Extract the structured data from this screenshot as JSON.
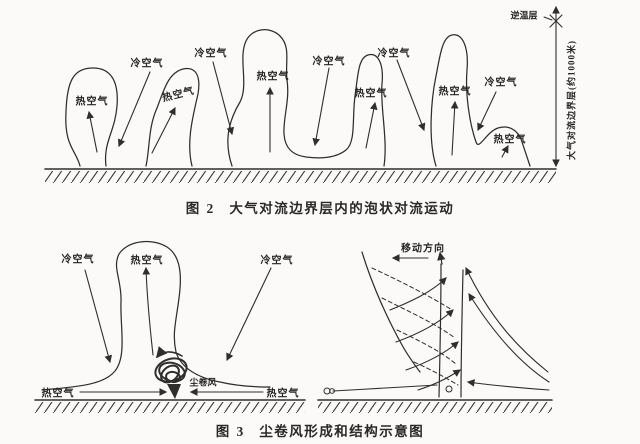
{
  "colors": {
    "ink": "#2f2e2c",
    "paper": "#fbfaf8"
  },
  "figure2": {
    "caption_prefix": "图 2",
    "caption_text": "大气对流边界层内的泡状对流运动",
    "labels": {
      "cold_air": "冷空气",
      "hot_air": "热空气",
      "inversion_layer": "逆温层",
      "boundary_layer_depth": "大气对流边界层(约1000米)"
    }
  },
  "figure3": {
    "caption_prefix": "图 3",
    "caption_text": "尘卷风形成和结构示意图",
    "labels": {
      "cold_air": "冷空气",
      "hot_air": "热空气",
      "dust_devil": "尘卷风",
      "movement_direction": "移动方向"
    }
  }
}
